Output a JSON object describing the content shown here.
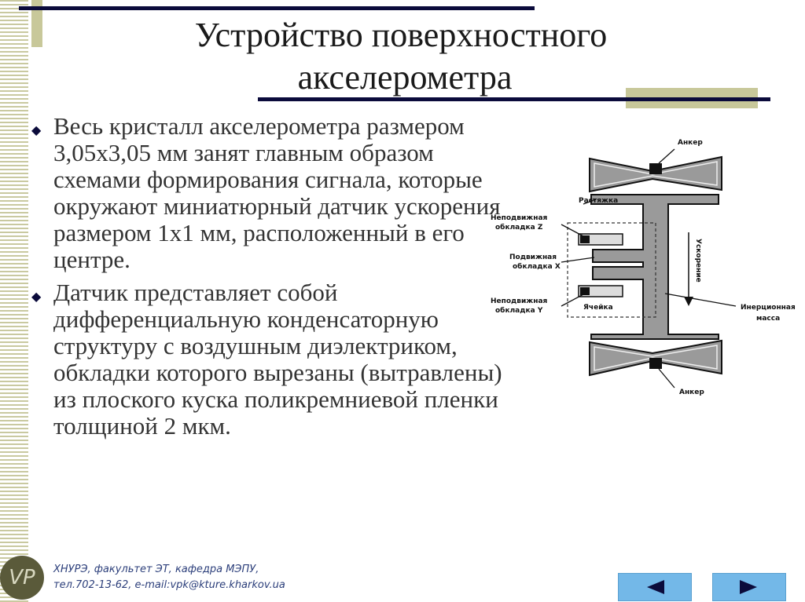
{
  "slide": {
    "title_line1": "Устройство поверхностного",
    "title_line2": "акселерометра",
    "bullets": [
      "Весь кристалл акселерометра размером 3,05x3,05 мм занят главным образом схемами формирования сигнала, которые окружают миниатюрный датчик ускорения размером 1x1 мм, расположенный в его центре.",
      "Датчик представляет собой дифференциальную конденсаторную структуру с воздушным диэлектриком, обкладки которого вырезаны (вытравлены) из плоского куска поликремниевой пленки толщиной 2 мкм."
    ]
  },
  "diagram": {
    "labels": {
      "anchor_top": "Анкер",
      "tension": "Растяжка",
      "fixed_plate_z_1": "Неподвижная",
      "fixed_plate_z_2": "обкладка Z",
      "movable_plate_x_1": "Подвижная",
      "movable_plate_x_2": "обкладка X",
      "fixed_plate_y_1": "Неподвижная",
      "fixed_plate_y_2": "обкладка Y",
      "cell": "Ячейка",
      "acceleration": "Ускорение",
      "inertial_mass_1": "Инерционная",
      "inertial_mass_2": "масса",
      "anchor_bottom": "Анкер"
    }
  },
  "footer": {
    "line1": "ХНУРЭ, факультет ЭТ, кафедра МЭПУ,",
    "line2": "тел.702-13-62, e-mail:vpk@kture.kharkov.ua",
    "logo_text": "VP"
  },
  "nav": {
    "prev_icon": "triangle-left-icon",
    "next_icon": "triangle-right-icon"
  },
  "colors": {
    "accent": "#0b0b3b",
    "tan": "#c8c89a",
    "nav": "#73b8e8"
  }
}
